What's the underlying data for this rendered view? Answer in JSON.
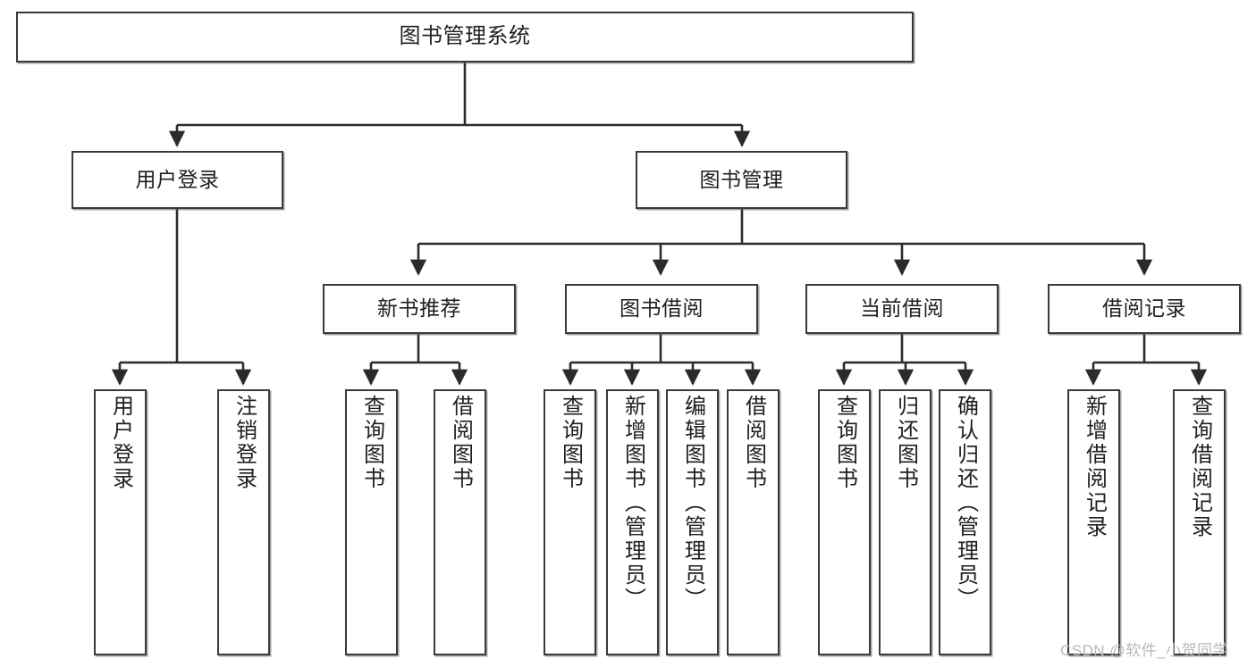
{
  "diagram": {
    "title": "图书管理系统",
    "type": "tree-hierarchy-chart",
    "colors": {
      "box_border": "#3a3a3a",
      "box_fill": "#ffffff",
      "connector": "#2b2b2b",
      "watermark": "#b8b8b8"
    },
    "root": {
      "label": "图书管理系统"
    },
    "level2": [
      {
        "label": "用户登录"
      },
      {
        "label": "图书管理"
      }
    ],
    "level3": [
      {
        "label": "新书推荐"
      },
      {
        "label": "图书借阅"
      },
      {
        "label": "当前借阅"
      },
      {
        "label": "借阅记录"
      }
    ],
    "leaves": {
      "user_login": [
        {
          "label": "用户登录"
        },
        {
          "label": "注销登录"
        }
      ],
      "new_book_recommend": [
        {
          "label": "查询图书"
        },
        {
          "label": "借阅图书"
        }
      ],
      "book_borrow": [
        {
          "label": "查询图书"
        },
        {
          "label": "新增图书（管理员）"
        },
        {
          "label": "编辑图书（管理员）"
        },
        {
          "label": "借阅图书"
        }
      ],
      "current_borrow": [
        {
          "label": "查询图书"
        },
        {
          "label": "归还图书"
        },
        {
          "label": "确认归还（管理员）"
        }
      ],
      "borrow_record": [
        {
          "label": "新增借阅记录"
        },
        {
          "label": "查询借阅记录"
        }
      ]
    },
    "watermark": "CSDN @软件_小贺同学"
  }
}
